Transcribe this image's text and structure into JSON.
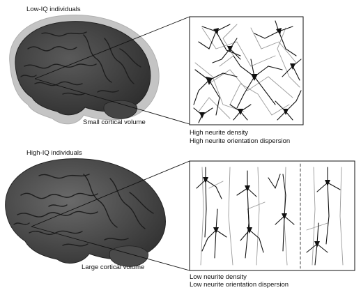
{
  "top_panel": {
    "title": "Low-IQ individuals",
    "volume_label": "Small cortical volume",
    "density_label": "High neurite density",
    "dispersion_label": "High neurite orientation dispersion"
  },
  "bottom_panel": {
    "title": "High-IQ individuals",
    "volume_label": "Large cortical volume",
    "density_label": "Low neurite density",
    "dispersion_label": "Low neurite orientation dispersion"
  },
  "colors": {
    "brain_dark": "#3a3a3a",
    "brain_mid": "#6a6a6a",
    "brain_halo": "#bdbdbd",
    "neuron_black": "#111111",
    "neuron_grey": "#9a9a9a"
  }
}
